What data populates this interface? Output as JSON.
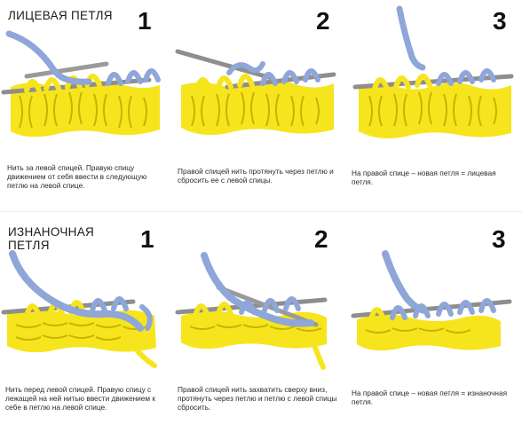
{
  "colors": {
    "yarn": "#f6e51c",
    "yarn_shadow": "#c9b200",
    "working_yarn": "#8ea6d8",
    "needle": "#8e8e8e"
  },
  "knit": {
    "title": "ЛИЦЕВАЯ ПЕТЛЯ",
    "steps": [
      {
        "number": "1",
        "caption": "Нить за левой спицей. Правую спицу движением от себя ввести в следующую петлю на левой спице."
      },
      {
        "number": "2",
        "caption": "Правой спицей нить протянуть через петлю и сбросить ее с левой спицы."
      },
      {
        "number": "3",
        "caption": "На правой спице – новая петля = лицевая петля."
      }
    ]
  },
  "purl": {
    "title": "ИЗНАНОЧНАЯ\nПЕТЛЯ",
    "steps": [
      {
        "number": "1",
        "caption": "Нить перед левой спицей. Правую спицу с лежащей на ней нитью ввести движением к себе в петлю на левой спице."
      },
      {
        "number": "2",
        "caption": "Правой спицей нить захватить сверху вниз, протянуть через петлю и петлю с левой спицы сбросить."
      },
      {
        "number": "3",
        "caption": "На правой спице – новая петля = изнаночная петля."
      }
    ]
  }
}
